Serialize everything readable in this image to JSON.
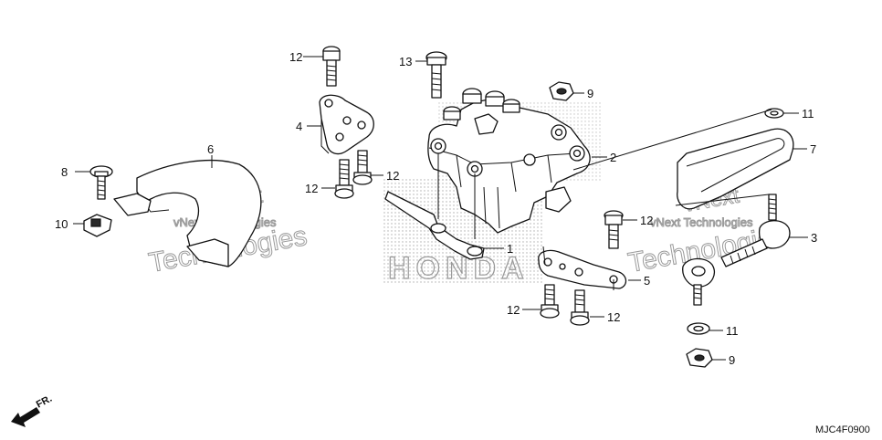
{
  "diagram": {
    "code": "MJC4F0900",
    "front_label": "FR.",
    "brand_watermark": "HONDA",
    "watermarks": [
      "vNext Technologies",
      "Technologies",
      "vNext Technologies",
      "Technologies",
      "vNext",
      "vNext"
    ],
    "callouts": [
      {
        "id": "c12a",
        "label": "12"
      },
      {
        "id": "c13",
        "label": "13"
      },
      {
        "id": "c9a",
        "label": "9"
      },
      {
        "id": "c11a",
        "label": "11"
      },
      {
        "id": "c4",
        "label": "4"
      },
      {
        "id": "c2",
        "label": "2"
      },
      {
        "id": "c7",
        "label": "7"
      },
      {
        "id": "c6",
        "label": "6"
      },
      {
        "id": "c8",
        "label": "8"
      },
      {
        "id": "c12b",
        "label": "12"
      },
      {
        "id": "c12c",
        "label": "12"
      },
      {
        "id": "c10",
        "label": "10"
      },
      {
        "id": "c1",
        "label": "1"
      },
      {
        "id": "c12d",
        "label": "12"
      },
      {
        "id": "c3",
        "label": "3"
      },
      {
        "id": "c5",
        "label": "5"
      },
      {
        "id": "c12e",
        "label": "12"
      },
      {
        "id": "c12f",
        "label": "12"
      },
      {
        "id": "c11b",
        "label": "11"
      },
      {
        "id": "c9b",
        "label": "9"
      }
    ]
  }
}
